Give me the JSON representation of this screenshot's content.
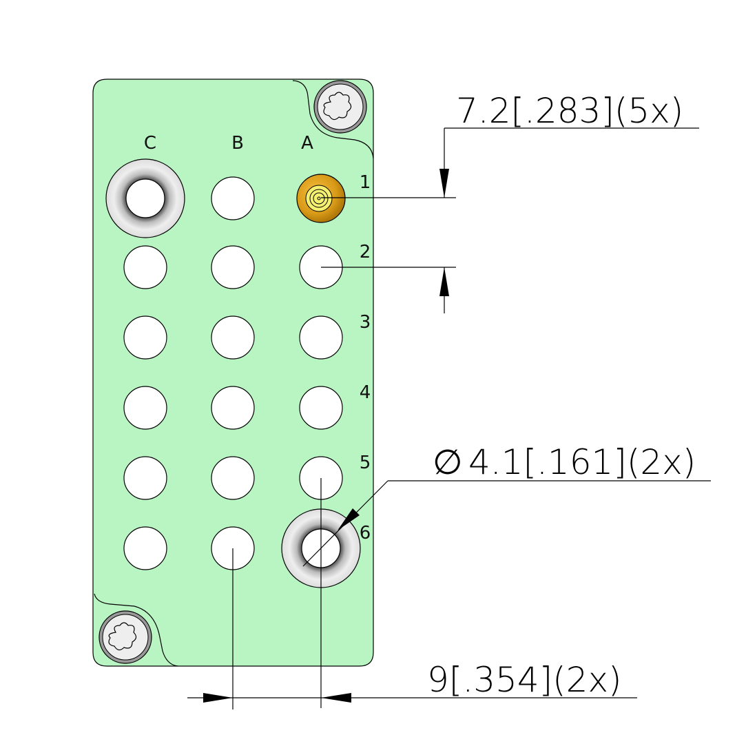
{
  "colors": {
    "panel": "#b9f4c3",
    "contact_gold": "#e0a020",
    "contact_center": "#f6f070",
    "washer": "#e8e8e8"
  },
  "columns": [
    "C",
    "B",
    "A"
  ],
  "rows": [
    "1",
    "2",
    "3",
    "4",
    "5",
    "6"
  ],
  "dimensions": {
    "pitch_vertical": "7.2[.283](5x)",
    "hole_diameter_symbol": "∅",
    "hole_diameter": "4.1[.161](2x)",
    "pitch_horizontal": "9[.354](2x)"
  }
}
